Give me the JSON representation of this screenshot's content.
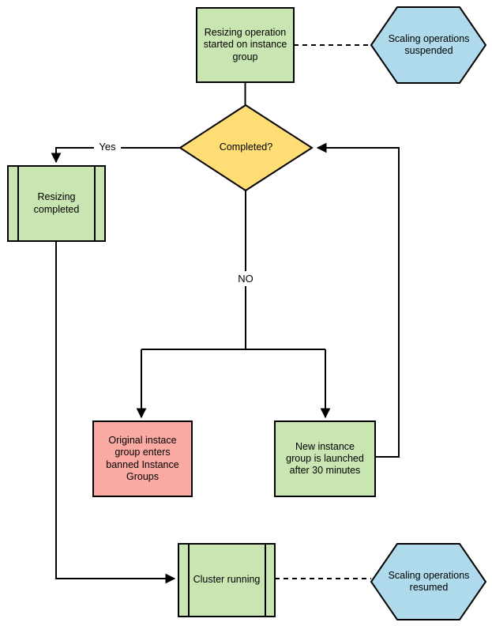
{
  "diagram": {
    "type": "flowchart",
    "background": "#ffffff",
    "stroke_color": "#000000",
    "colors": {
      "process_green": "#c9e5b2",
      "decision_yellow": "#fedd75",
      "event_blue": "#aedaec",
      "error_red": "#fbaaa3"
    },
    "nodes": {
      "start": {
        "label": "Resizing operation started on instance group",
        "shape": "rectangle",
        "color": "#c9e5b2"
      },
      "suspended": {
        "label": "Scaling operations suspended",
        "shape": "hexagon",
        "color": "#aedaec"
      },
      "completed": {
        "label": "Completed?",
        "shape": "diamond",
        "color": "#fedd75"
      },
      "resizing_completed": {
        "label": "Resizing completed",
        "shape": "predefined-process",
        "color": "#c9e5b2"
      },
      "banned_group": {
        "label": "Original instace group enters banned Instance Groups",
        "shape": "rectangle",
        "color": "#fbaaa3"
      },
      "new_group": {
        "label": "New instance group is launched after 30 minutes",
        "shape": "rectangle",
        "color": "#c9e5b2"
      },
      "cluster_running": {
        "label": "Cluster running",
        "shape": "predefined-process",
        "color": "#c9e5b2"
      },
      "resumed": {
        "label": "Scaling operations resumed",
        "shape": "hexagon",
        "color": "#aedaec"
      }
    },
    "edge_labels": {
      "yes": "Yes",
      "no": "NO"
    },
    "edges": [
      {
        "from": "start",
        "to": "completed",
        "label": "",
        "style": "solid",
        "arrow": false
      },
      {
        "from": "start",
        "to": "suspended",
        "label": "",
        "style": "dashed",
        "arrow": false
      },
      {
        "from": "completed",
        "to": "resizing_completed",
        "label": "Yes",
        "style": "solid",
        "arrow": true
      },
      {
        "from": "completed",
        "to": "banned_group",
        "label": "NO",
        "style": "solid",
        "arrow": true
      },
      {
        "from": "completed",
        "to": "new_group",
        "label": "NO",
        "style": "solid",
        "arrow": true
      },
      {
        "from": "new_group",
        "to": "completed",
        "label": "",
        "style": "solid",
        "arrow": true
      },
      {
        "from": "resizing_completed",
        "to": "cluster_running",
        "label": "",
        "style": "solid",
        "arrow": true
      },
      {
        "from": "cluster_running",
        "to": "resumed",
        "label": "",
        "style": "dashed",
        "arrow": false
      }
    ]
  }
}
